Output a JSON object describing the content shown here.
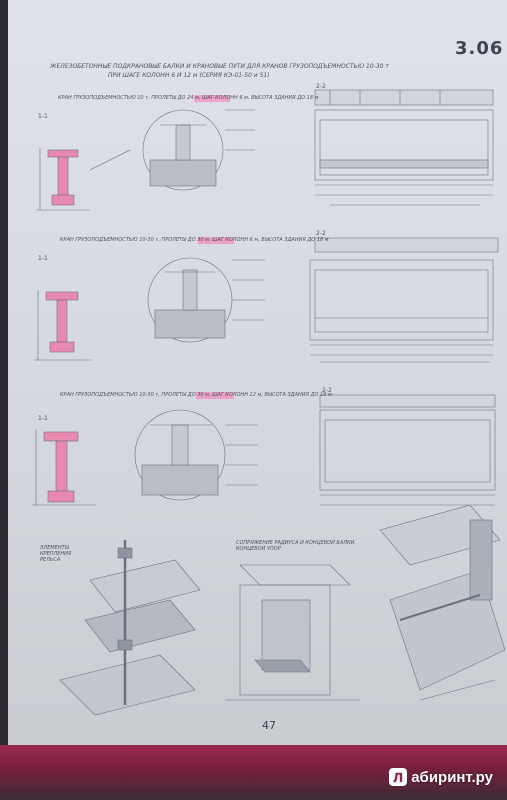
{
  "page": {
    "section_number": "3.06",
    "title_line1": "ЖЕЛЕЗОБЕТОННЫЕ ПОДКРАНОВЫЕ БАЛКИ И КРАНОВЫЕ ПУТИ ДЛЯ КРАНОВ ГРУЗОПОДЪЕМНОСТЬЮ 10-30 т",
    "title_line2": "ПРИ ШАГЕ КОЛОНН 6 И 12 м (СЕРИЯ КЭ-01-50 и 51)",
    "page_number": "47"
  },
  "sections": [
    {
      "label": "КРАН ГРУЗОПОДЪЕМНОСТЬЮ 10 т, ПРОЛЕТЫ ДО 24 м, ШАГ КОЛОНН 6 м, ВЫСОТА ЗДАНИЯ ДО 18 м"
    },
    {
      "label": "КРАН ГРУЗОПОДЪЕМНОСТЬЮ 10-30 т, ПРОЛЕТЫ ДО 30 м, ШАГ КОЛОНН 6 м, ВЫСОТА ЗДАНИЯ ДО 18 м"
    },
    {
      "label": "КРАН ГРУЗОПОДЪЕМНОСТЬЮ 10-30 т, ПРОЛЕТЫ ДО 30 м, ШАГ КОЛОНН 12 м, ВЫСОТА ЗДАНИЯ ДО 18 м"
    }
  ],
  "bottom_labels": {
    "left": "ЭЛЕМЕНТЫ КРЕПЛЕНИЯ РЕЛЬСА",
    "middle": "СОПРЯЖЕНИЕ РАДИУСА И КОНЦЕВОЙ БАЛКИ, КОНЦЕВОЙ УПОР"
  },
  "watermark": {
    "logo_glyph": "Л",
    "text": "абиринт.ру"
  },
  "colors": {
    "highlight": "#e05a92",
    "ink": "#5a6070",
    "paper": "#d8dce2",
    "binding": "#8a1c3e"
  }
}
